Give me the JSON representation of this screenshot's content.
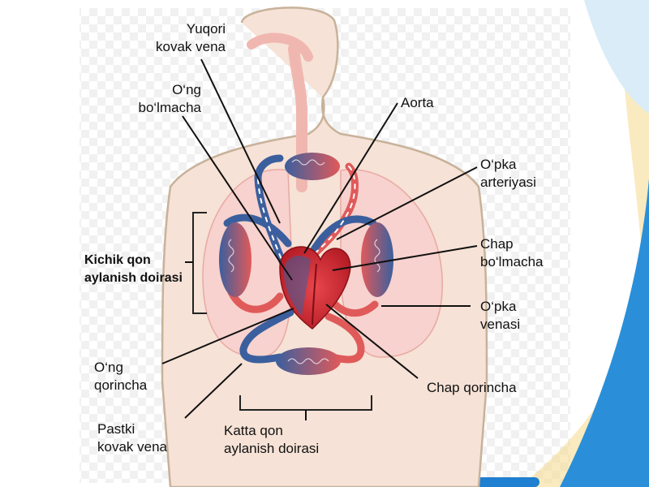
{
  "labels": {
    "superior_vena_cava": [
      "Yuqori",
      "kovak vena"
    ],
    "right_atrium": [
      "O‘ng",
      "bo‘lmacha"
    ],
    "aorta": [
      "Aorta"
    ],
    "pulmonary_artery": [
      "O‘pka",
      "arteriyasi"
    ],
    "left_atrium": [
      "Chap",
      "bo‘lmacha"
    ],
    "pulmonary_vein": [
      "O‘pka",
      "venasi"
    ],
    "left_ventricle": [
      "Chap qorincha"
    ],
    "right_ventricle": [
      "O‘ng",
      "qorincha"
    ],
    "inferior_vena_cava": [
      "Pastki",
      "kovak vena"
    ],
    "pulmonary_circulation": [
      "Kichik qon",
      "aylanish doirasi"
    ],
    "systemic_circulation": [
      "Katta qon",
      "aylanish doirasi"
    ]
  },
  "colors": {
    "venous": "#3b5f9e",
    "arterial": "#e05a5a",
    "heart": "#d8242e",
    "body_outline": "#c8b29a",
    "body_fill": "#f3dccf",
    "lung_fill": "#f6cfcc",
    "deco_blue": "#2a8fd8",
    "deco_yellow": "#f2c14e"
  }
}
